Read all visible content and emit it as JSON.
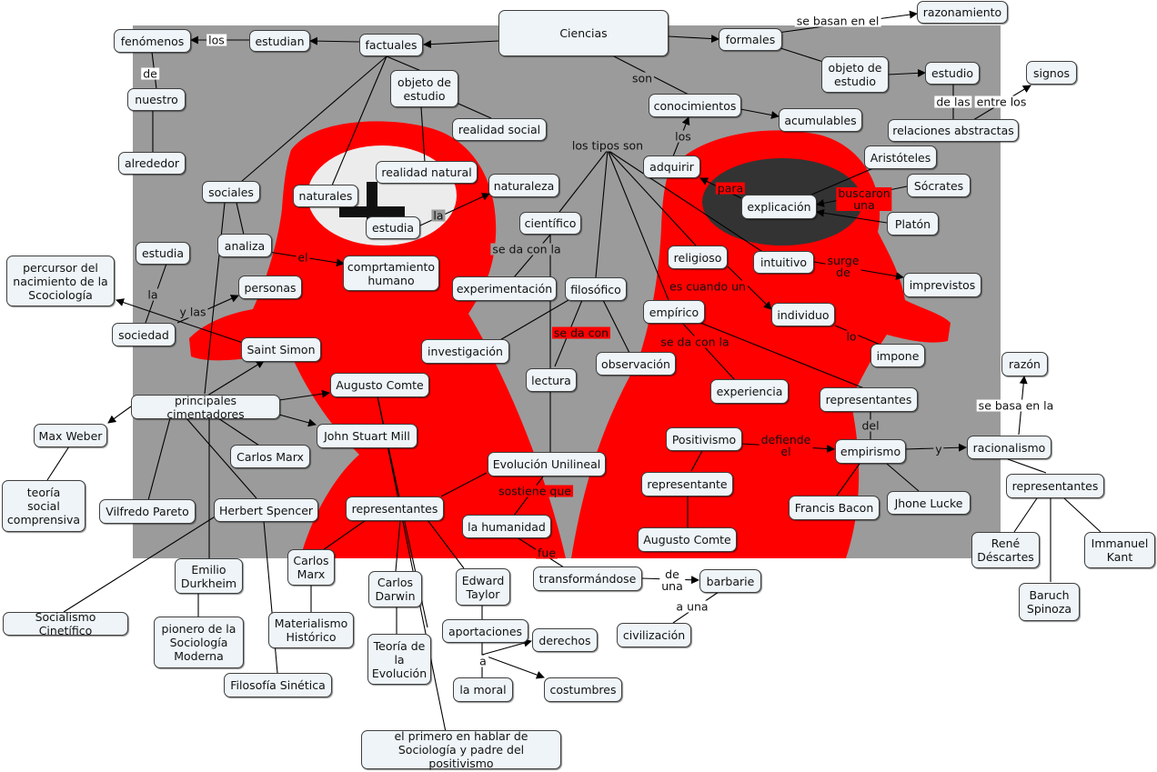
{
  "title": "Ciencias",
  "nodes": {
    "ciencias": "Ciencias",
    "factuales": "factuales",
    "formales": "formales",
    "estudian": "estudian",
    "fenomenos": "fenómenos",
    "nuestro": "nuestro",
    "alrededor": "alrededor",
    "razonamiento": "razonamiento",
    "objeto_estudio_1": "objeto de\nestudio",
    "objeto_estudio_2": "objeto de\nestudio",
    "estudio": "estudio",
    "signos": "signos",
    "relaciones_abstractas": "relaciones abstractas",
    "conocimientos": "conocimientos",
    "acumulables": "acumulables",
    "realidad_social": "realidad social",
    "realidad_natural": "realidad natural",
    "naturales": "naturales",
    "naturaleza": "naturaleza",
    "estudia_1": "estudia",
    "sociales": "sociales",
    "estudia_2": "estudia",
    "analiza": "analiza",
    "comportamiento": "comprtamiento\nhumano",
    "cientifico": "científico",
    "adquirir": "adquirir",
    "explicacion": "explicación",
    "aristoteles": "Aristóteles",
    "socrates": "Sócrates",
    "platon": "Platón",
    "religioso": "religioso",
    "intuitivo": "intuitivo",
    "imprevistos": "imprevistos",
    "individuo": "individuo",
    "impone": "impone",
    "experimentacion": "experimentación",
    "filosofico": "filosófico",
    "empirico": "empírico",
    "investigacion": "investigación",
    "observacion": "observación",
    "lectura": "lectura",
    "experiencia": "experiencia",
    "representantes_1": "representantes",
    "percursor": "percursor del\nnacimiento de la\nScociología",
    "personas": "personas",
    "sociedad": "sociedad",
    "saint_simon": "Saint Simon",
    "augusto_comte_1": "Augusto Comte",
    "principales": "principales cimentadores",
    "john_stuart_mill": "John Stuart Mill",
    "max_weber": "Max Weber",
    "carlos_marx_1": "Carlos Marx",
    "teoria_social": "teoría\nsocial\ncomprensiva",
    "vilfredo_pareto": "Vilfredo Pareto",
    "herbert_spencer": "Herbert Spencer",
    "representantes_2": "representantes",
    "evolucion_unilineal": "Evolución Unilineal",
    "la_humanidad": "la humanidad",
    "transformandose": "transformándose",
    "barbarie": "barbarie",
    "civilizacion": "civilización",
    "positivismo": "Positivismo",
    "representante": "representante",
    "augusto_comte_2": "Augusto Comte",
    "empirismo": "empirismo",
    "racionalismo": "racionalismo",
    "razon": "razón",
    "francis_bacon": "Francis Bacon",
    "jhone_lucke": "Jhone Lucke",
    "representantes_3": "representantes",
    "rene_descartes": "René\nDéscartes",
    "immanuel_kant": "Immanuel\nKant",
    "baruch_spinoza": "Baruch\nSpinoza",
    "emilio_durkheim": "Emilio\nDurkheim",
    "socialismo_cientifico": "Socialismo Cinetífico",
    "pionero": "pionero de la\nSociología\nModerna",
    "carlos_marx_2": "Carlos\nMarx",
    "materialismo": "Materialismo\nHistórico",
    "carlos_darwin": "Carlos\nDarwin",
    "edward_taylor": "Edward\nTaylor",
    "teoria_evolucion": "Teoría de\nla\nEvolución",
    "aportaciones": "aportaciones",
    "derechos": "derechos",
    "la_moral": "la moral",
    "costumbres": "costumbres",
    "filosofia_sinetica": "Filosofía Sinética",
    "el_primero": "el primero en hablar de\nSociología y padre del positivismo"
  },
  "link_labels": {
    "los": "los",
    "de": "de",
    "se_basan_en_el": "se basan en el",
    "de_las": "de las",
    "entre_los": "entre los",
    "son": "son",
    "los_tipos_son": "los tipos son",
    "los_2": "los",
    "para": "para",
    "buscaron_una": "buscaron\nuna",
    "la": "la",
    "el": "el",
    "se_da_con_la_1": "se da con la",
    "surge_de": "surge\nde",
    "es_cuando_un": "es cuando un",
    "lo": "lo",
    "se_da_con_1": "se da con",
    "se_da_con_la_2": "se da con la",
    "la_2": "la",
    "y_las": "y las",
    "del": "del",
    "defiende_el": "defiende\nel",
    "y": "y",
    "se_basa_en_la": "se basa en la",
    "sostiene_que": "sostiene que",
    "fue": "fue",
    "de_una": "de\nuna",
    "a_una": "a una",
    "a": "a"
  },
  "colors": {
    "background_panel": "#9b9b9b",
    "figure_red": "#ff0000",
    "brain_light": "#ececec",
    "brain_dark": "#333333",
    "node_fill": "#eef4f7",
    "node_border": "#3f3f3f"
  }
}
